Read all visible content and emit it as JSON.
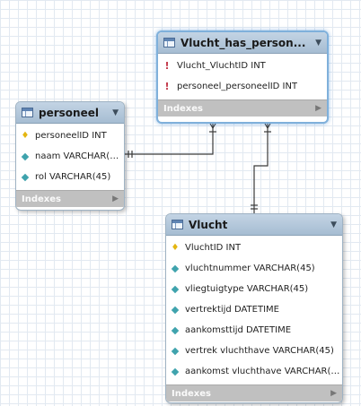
{
  "entities": {
    "vlucht_has_personeel": {
      "title": "Vlucht_has_person...",
      "columns": [
        {
          "label": "Vlucht_VluchtID INT",
          "icon": "foreign-key-icon"
        },
        {
          "label": "personeel_personeelID INT",
          "icon": "foreign-key-icon"
        }
      ],
      "footer": "Indexes"
    },
    "personeel": {
      "title": "personeel",
      "columns": [
        {
          "label": "personeelID INT",
          "icon": "primary-key-icon"
        },
        {
          "label": "naam VARCHAR(45)",
          "icon": "field-icon"
        },
        {
          "label": "rol VARCHAR(45)",
          "icon": "field-icon"
        }
      ],
      "footer": "Indexes"
    },
    "vlucht": {
      "title": "Vlucht",
      "columns": [
        {
          "label": "VluchtID INT",
          "icon": "primary-key-icon"
        },
        {
          "label": "vluchtnummer VARCHAR(45)",
          "icon": "field-icon"
        },
        {
          "label": "vliegtuigtype VARCHAR(45)",
          "icon": "field-icon"
        },
        {
          "label": "vertrektijd DATETIME",
          "icon": "field-icon"
        },
        {
          "label": "aankomsttijd DATETIME",
          "icon": "field-icon"
        },
        {
          "label": "vertrek vluchthave VARCHAR(45)",
          "icon": "field-icon"
        },
        {
          "label": "aankomst vluchthave VARCHAR(4...",
          "icon": "field-icon"
        }
      ],
      "footer": "Indexes"
    }
  },
  "relationships": [
    {
      "from": "personeel",
      "to": "vlucht_has_personeel",
      "type": "one-to-many"
    },
    {
      "from": "vlucht",
      "to": "vlucht_has_personeel",
      "type": "one-to-many"
    }
  ]
}
